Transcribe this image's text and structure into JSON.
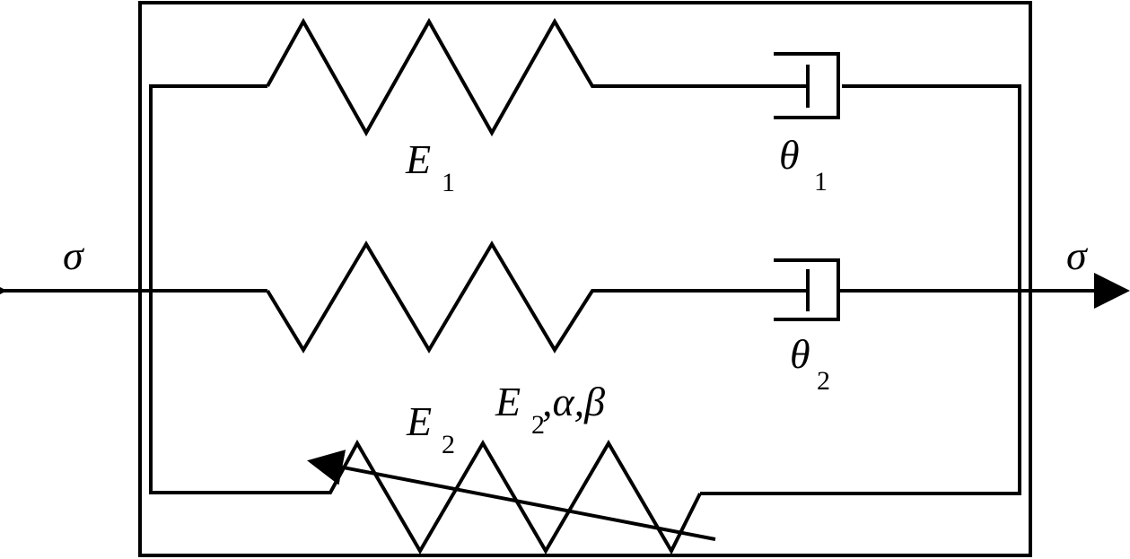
{
  "labels": {
    "stress_left": "σ",
    "stress_right": "σ",
    "e1_main": "E",
    "e1_sub": "1",
    "theta1_main": "θ",
    "theta1_sub": "1",
    "theta2_main": "θ",
    "theta2_sub": "2",
    "e2_main": "E",
    "e2_sub": "2",
    "e2params_main": "E",
    "e2params_sub": "2",
    "e2params_rest": ",α,β"
  }
}
